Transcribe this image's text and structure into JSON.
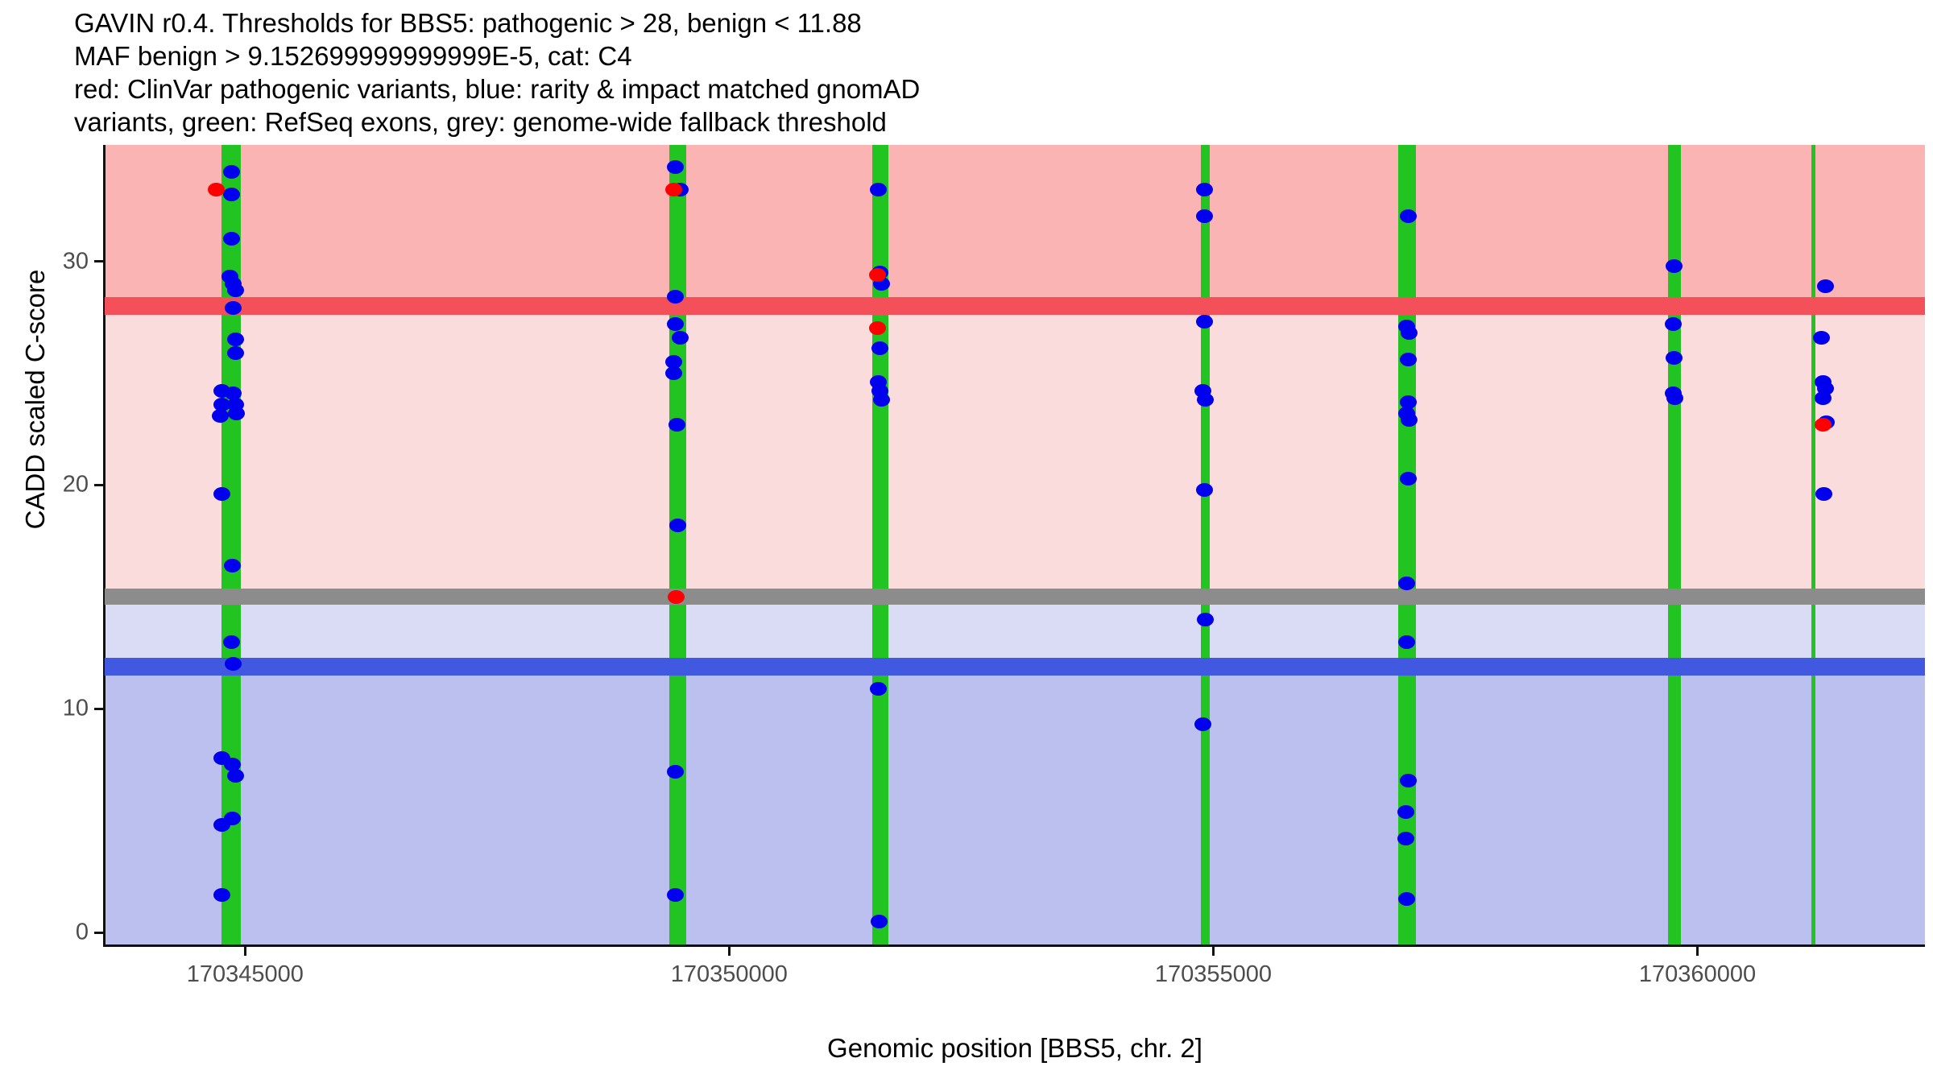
{
  "title": {
    "line1": "GAVIN r0.4. Thresholds for BBS5: pathogenic > 28, benign < 11.88",
    "line2": "MAF benign > 9.152699999999999E-5, cat: C4",
    "line3": "red: ClinVar pathogenic variants, blue: rarity & impact matched gnomAD",
    "line4": "variants, green: RefSeq exons, grey: genome-wide fallback threshold"
  },
  "legend_semantics": {
    "red": "ClinVar pathogenic variants",
    "blue": "rarity & impact matched gnomAD variants",
    "green": "RefSeq exons",
    "grey": "genome-wide fallback threshold"
  },
  "colors": {
    "pathogenic_line": "#f4505a",
    "benign_line": "#4158e0",
    "fallback_line": "#8c8c8c",
    "pathogenic_zone": "#fab4b4",
    "intermediate_zone": "#fbdcdc",
    "vous_zone": "#dadcf6",
    "benign_zone": "#bcc0ee",
    "exon": "#22c422",
    "clinvar_point": "#fe0000",
    "gnomad_point": "#0000ee",
    "axis": "#111111",
    "tick_label": "#4d4d4d"
  },
  "chart_data": {
    "type": "scatter",
    "title": "GAVIN r0.4. Thresholds for BBS5: pathogenic > 28, benign < 11.88",
    "xlabel": "Genomic position [BBS5, chr. 2]",
    "ylabel": "CADD scaled C-score",
    "xlim": [
      170343550,
      170362350
    ],
    "ylim": [
      -0.6,
      35.2
    ],
    "xticks": [
      170345000,
      170350000,
      170355000,
      170360000
    ],
    "xtick_labels": [
      "170345000",
      "170350000",
      "170355000",
      "170360000"
    ],
    "yticks": [
      0,
      10,
      20,
      30
    ],
    "ytick_labels": [
      "0",
      "10",
      "20",
      "30"
    ],
    "grid": false,
    "legend": "none",
    "thresholds": {
      "pathogenic": 28,
      "benign": 11.88,
      "genome_wide_fallback": 15
    },
    "maf_benign": "9.152699999999999E-5",
    "category": "C4",
    "gene": "BBS5",
    "chromosome": "2",
    "exons": [
      {
        "start": 170344760,
        "end": 170344960
      },
      {
        "start": 170349380,
        "end": 170349560
      },
      {
        "start": 170351480,
        "end": 170351640
      },
      {
        "start": 170354870,
        "end": 170354960
      },
      {
        "start": 170356910,
        "end": 170357090
      },
      {
        "start": 170359700,
        "end": 170359830
      },
      {
        "start": 170361180,
        "end": 170361215
      }
    ],
    "series": [
      {
        "name": "rarity & impact matched gnomAD variants",
        "color": "#0000ee",
        "points": [
          [
            170344860,
            34.0
          ],
          [
            170344860,
            33.0
          ],
          [
            170344860,
            31.0
          ],
          [
            170344840,
            29.3
          ],
          [
            170344880,
            29.0
          ],
          [
            170344900,
            28.7
          ],
          [
            170344880,
            27.9
          ],
          [
            170344900,
            26.5
          ],
          [
            170344900,
            25.9
          ],
          [
            170344760,
            24.2
          ],
          [
            170344760,
            23.6
          ],
          [
            170344740,
            23.1
          ],
          [
            170344880,
            24.1
          ],
          [
            170344900,
            23.6
          ],
          [
            170344910,
            23.2
          ],
          [
            170344760,
            19.6
          ],
          [
            170344870,
            16.4
          ],
          [
            170344860,
            13.0
          ],
          [
            170344880,
            12.0
          ],
          [
            170344760,
            7.8
          ],
          [
            170344870,
            7.5
          ],
          [
            170344900,
            7.0
          ],
          [
            170344760,
            4.8
          ],
          [
            170344870,
            5.1
          ],
          [
            170344760,
            1.7
          ],
          [
            170349440,
            34.2
          ],
          [
            170349490,
            33.2
          ],
          [
            170349440,
            28.4
          ],
          [
            170349440,
            27.2
          ],
          [
            170349490,
            26.6
          ],
          [
            170349430,
            25.5
          ],
          [
            170349430,
            25.0
          ],
          [
            170349460,
            22.7
          ],
          [
            170349470,
            18.2
          ],
          [
            170349440,
            7.2
          ],
          [
            170349440,
            1.7
          ],
          [
            170351540,
            33.2
          ],
          [
            170351560,
            29.5
          ],
          [
            170351570,
            29.0
          ],
          [
            170351560,
            26.1
          ],
          [
            170351540,
            24.6
          ],
          [
            170351560,
            24.2
          ],
          [
            170351570,
            23.8
          ],
          [
            170351540,
            10.9
          ],
          [
            170351550,
            0.5
          ],
          [
            170354910,
            33.2
          ],
          [
            170354910,
            32.0
          ],
          [
            170354910,
            27.3
          ],
          [
            170354890,
            24.2
          ],
          [
            170354920,
            23.8
          ],
          [
            170354910,
            19.8
          ],
          [
            170354920,
            14.0
          ],
          [
            170354890,
            9.3
          ],
          [
            170357010,
            32.0
          ],
          [
            170357000,
            27.1
          ],
          [
            170357020,
            26.8
          ],
          [
            170357010,
            25.6
          ],
          [
            170357010,
            23.7
          ],
          [
            170357000,
            23.2
          ],
          [
            170357020,
            22.9
          ],
          [
            170357010,
            20.3
          ],
          [
            170357000,
            15.6
          ],
          [
            170357000,
            13.0
          ],
          [
            170357010,
            6.8
          ],
          [
            170356990,
            5.4
          ],
          [
            170356990,
            4.2
          ],
          [
            170357000,
            1.5
          ],
          [
            170359760,
            29.8
          ],
          [
            170359750,
            27.2
          ],
          [
            170359760,
            25.7
          ],
          [
            170359750,
            24.1
          ],
          [
            170359770,
            23.9
          ],
          [
            170361320,
            28.9
          ],
          [
            170361280,
            26.6
          ],
          [
            170361300,
            24.6
          ],
          [
            170361320,
            24.3
          ],
          [
            170361300,
            23.9
          ],
          [
            170361330,
            22.8
          ],
          [
            170361310,
            19.6
          ]
        ]
      },
      {
        "name": "ClinVar pathogenic variants",
        "color": "#fe0000",
        "points": [
          [
            170344700,
            33.2
          ],
          [
            170349430,
            33.2
          ],
          [
            170351530,
            29.4
          ],
          [
            170351530,
            27.0
          ],
          [
            170349450,
            15.0
          ],
          [
            170361300,
            22.7
          ]
        ]
      }
    ]
  }
}
